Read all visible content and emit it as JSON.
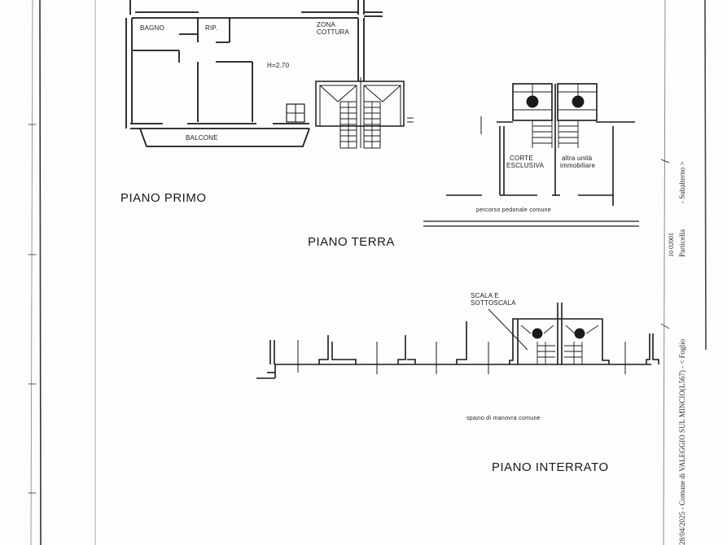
{
  "document": {
    "type": "floor-plan",
    "colors": {
      "line": "#1a1a1a",
      "frame": "#9a9a9a",
      "paper": "#fdfdfd"
    }
  },
  "piano_primo": {
    "title": "PIANO PRIMO",
    "rooms": {
      "bagno": "BAGNO",
      "rip": "RIP.",
      "zona_cottura_1": "ZONA",
      "zona_cottura_2": "COTTURA",
      "height": "H=2.70",
      "balcone": "BALCONE"
    }
  },
  "piano_terra": {
    "title": "PIANO TERRA",
    "labels": {
      "corte_1": "CORTE",
      "corte_2": "ESCLUSIVA",
      "altra_1": "altra unità",
      "altra_2": "immobiliare",
      "percorso": "percorso pedonale comune"
    }
  },
  "piano_interrato": {
    "title": "PIANO INTERRATO",
    "labels": {
      "scala_1": "SCALA E",
      "scala_2": "SOTTOSCALA",
      "spazio": "spazio di manovra comune"
    }
  },
  "margin_note": {
    "date_comune": "28/04/2025 - Comune di VALEGGIO SUL MINCIO(L567) - < Foglio",
    "particella_code": "10 02001",
    "particella": "Particella",
    "subalterno": "- Subalterno  >"
  }
}
